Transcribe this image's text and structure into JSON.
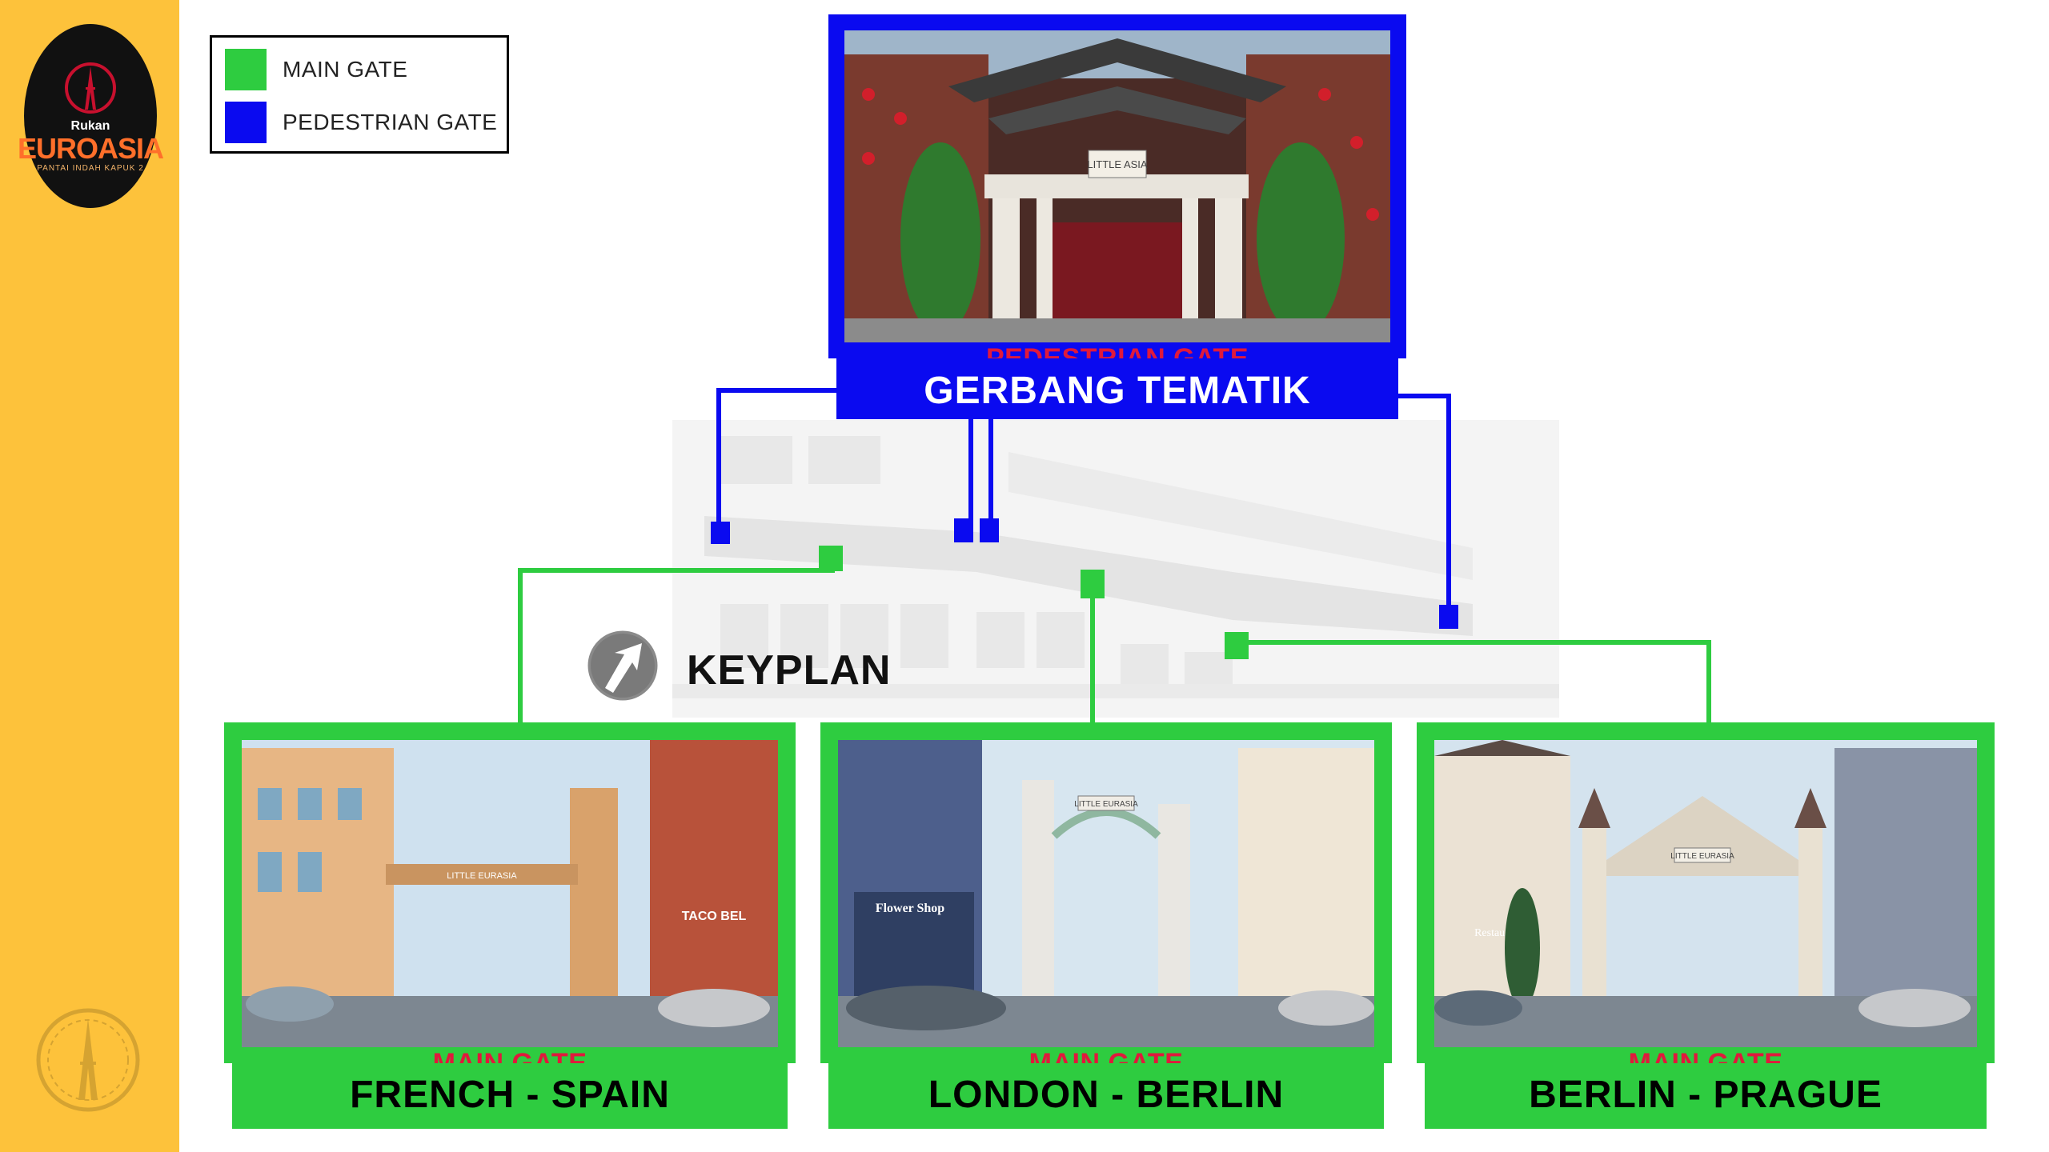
{
  "branding": {
    "logo_small": "Rukan",
    "logo_brand": "EUROASIA",
    "logo_sub": "PANTAI INDAH KAPUK 2"
  },
  "legend": [
    {
      "label": "MAIN GATE",
      "color": "#2ecc40"
    },
    {
      "label": "PEDESTRIAN GATE",
      "color": "#0a0af0"
    }
  ],
  "pedestrian_gate": {
    "type_label": "PEDESTRIAN GATE",
    "name": "GERBANG TEMATIK",
    "sign_text": "LITTLE ASIA",
    "frame_color": "#0a0af0"
  },
  "keyplan": {
    "label": "KEYPLAN",
    "icon": "compass-arrow-icon"
  },
  "main_gates": [
    {
      "type_label": "MAIN GATE",
      "name": "FRENCH - SPAIN",
      "sign_text": "LITTLE EURASIA",
      "shop_text": "TACO BEL"
    },
    {
      "type_label": "MAIN GATE",
      "name": "LONDON - BERLIN",
      "sign_text": "LITTLE EURASIA",
      "shop_text": "Flower Shop"
    },
    {
      "type_label": "MAIN GATE",
      "name": "BERLIN - PRAGUE",
      "sign_text": "LITTLE EURASIA",
      "shop_text": "Restaurant"
    }
  ],
  "colors": {
    "sidebar": "#fdc23b",
    "main_gate": "#2ecc40",
    "pedestrian_gate": "#0a0af0",
    "caption_type": "#e0193c"
  }
}
